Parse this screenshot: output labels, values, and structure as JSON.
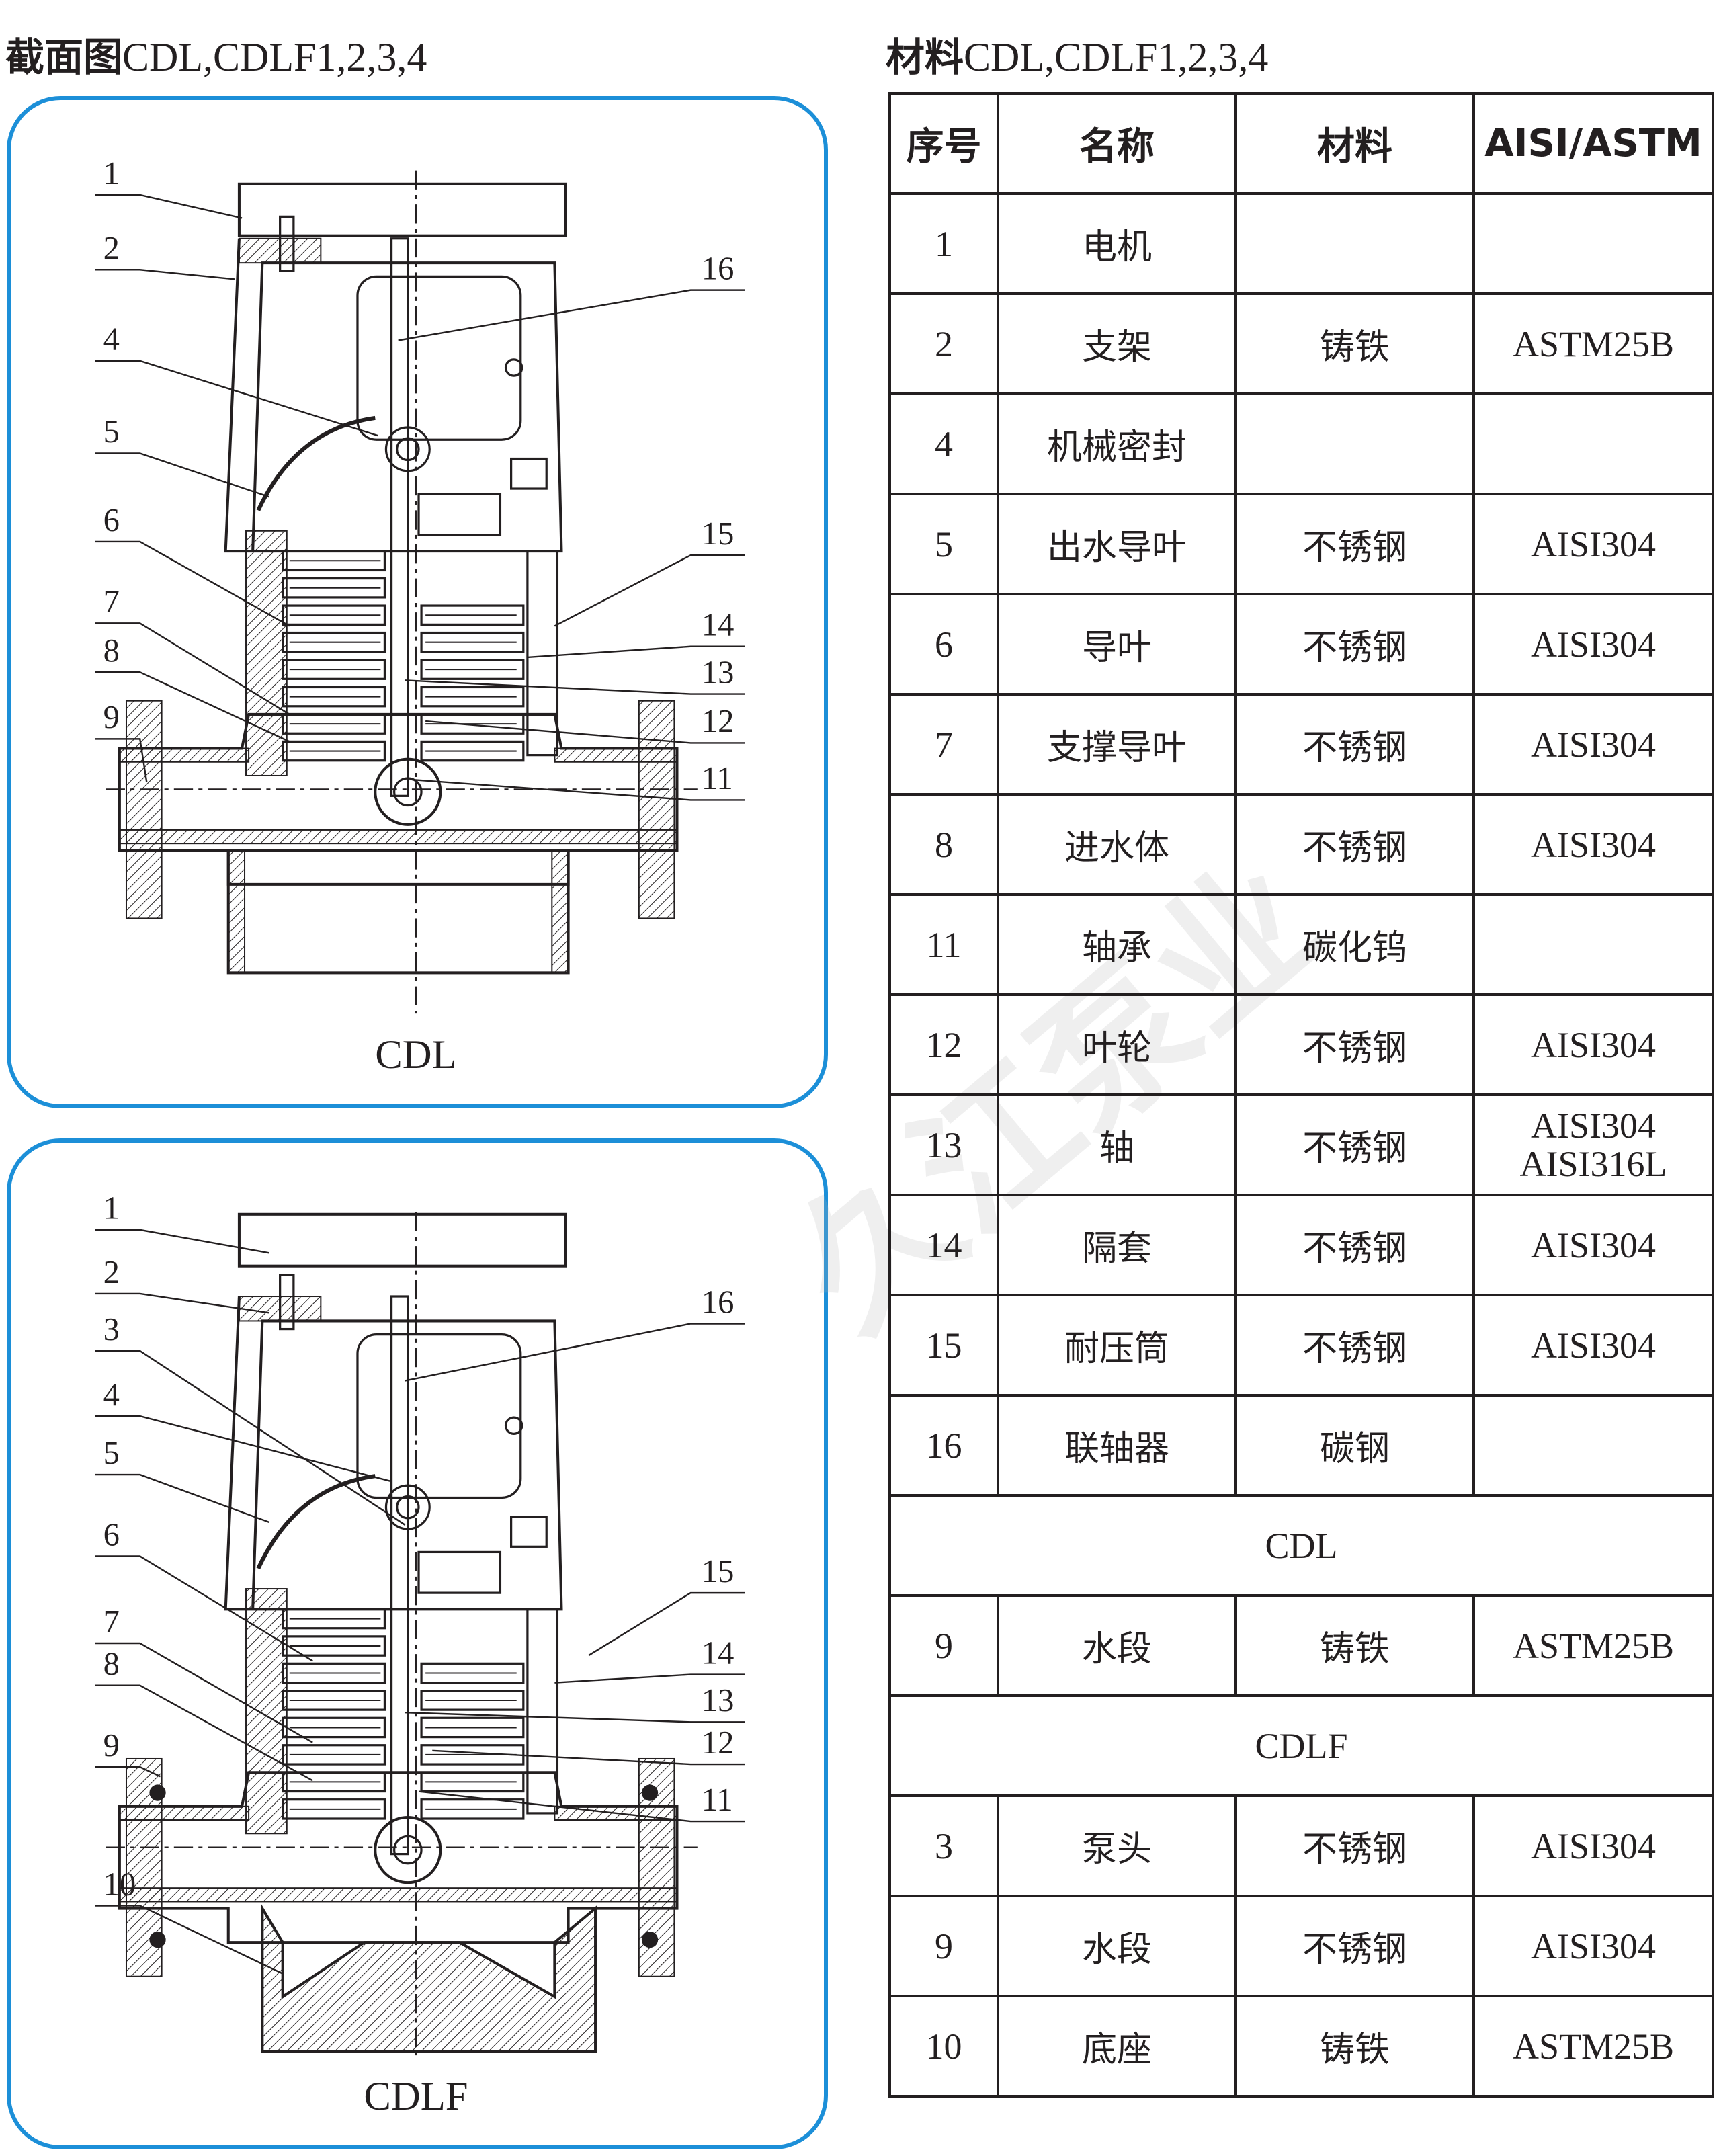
{
  "left_title": {
    "bold": "截面图",
    "rest": "CDL,CDLF1,2,3,4"
  },
  "right_title": {
    "bold": "材料",
    "rest": "CDL,CDLF1,2,3,4"
  },
  "diagrams": [
    {
      "label": "CDL",
      "left_callouts": [
        "1",
        "2",
        "4",
        "5",
        "6",
        "7",
        "8",
        "9"
      ],
      "right_callouts": [
        "16",
        "15",
        "14",
        "13",
        "12",
        "11"
      ]
    },
    {
      "label": "CDLF",
      "left_callouts": [
        "1",
        "2",
        "3",
        "4",
        "5",
        "6",
        "7",
        "8",
        "9",
        "10"
      ],
      "right_callouts": [
        "16",
        "15",
        "14",
        "13",
        "12",
        "11"
      ]
    }
  ],
  "table": {
    "headers": [
      "序号",
      "名称",
      "材料",
      "AISI/ASTM"
    ],
    "rows": [
      {
        "no": "1",
        "name": "电机",
        "material": "",
        "std": ""
      },
      {
        "no": "2",
        "name": "支架",
        "material": "铸铁",
        "std": "ASTM25B"
      },
      {
        "no": "4",
        "name": "机械密封",
        "material": "",
        "std": ""
      },
      {
        "no": "5",
        "name": "出水导叶",
        "material": "不锈钢",
        "std": "AISI304"
      },
      {
        "no": "6",
        "name": "导叶",
        "material": "不锈钢",
        "std": "AISI304"
      },
      {
        "no": "7",
        "name": "支撑导叶",
        "material": "不锈钢",
        "std": "AISI304"
      },
      {
        "no": "8",
        "name": "进水体",
        "material": "不锈钢",
        "std": "AISI304"
      },
      {
        "no": "11",
        "name": "轴承",
        "material": "碳化钨",
        "std": ""
      },
      {
        "no": "12",
        "name": "叶轮",
        "material": "不锈钢",
        "std": "AISI304"
      },
      {
        "no": "13",
        "name": "轴",
        "material": "不锈钢",
        "std": "AISI304 AISI316L"
      },
      {
        "no": "14",
        "name": "隔套",
        "material": "不锈钢",
        "std": "AISI304"
      },
      {
        "no": "15",
        "name": "耐压筒",
        "material": "不锈钢",
        "std": "AISI304"
      },
      {
        "no": "16",
        "name": "联轴器",
        "material": "碳钢",
        "std": ""
      }
    ],
    "section_cdl": "CDL",
    "cdl_rows": [
      {
        "no": "9",
        "name": "水段",
        "material": "铸铁",
        "std": "ASTM25B"
      }
    ],
    "section_cdlf": "CDLF",
    "cdlf_rows": [
      {
        "no": "3",
        "name": "泵头",
        "material": "不锈钢",
        "std": "AISI304"
      },
      {
        "no": "9",
        "name": "水段",
        "material": "不锈钢",
        "std": "AISI304"
      },
      {
        "no": "10",
        "name": "底座",
        "material": "铸铁",
        "std": "ASTM25B"
      }
    ]
  },
  "watermark": "久江泵业",
  "colors": {
    "panel_border": "#1c8fd8",
    "ink": "#231f20"
  }
}
